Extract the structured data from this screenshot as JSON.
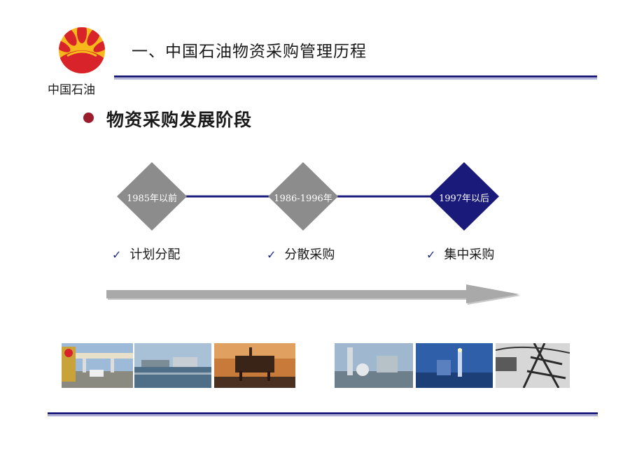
{
  "header": {
    "logo_text": "中国石油",
    "title": "一、中国石油物资采购管理历程"
  },
  "section": {
    "heading": "物资采购发展阶段"
  },
  "timeline": {
    "stages": [
      {
        "label": "1985年以前",
        "phase": "计划分配",
        "highlight": false
      },
      {
        "label": "1986-1996年",
        "phase": "分散采购",
        "highlight": false
      },
      {
        "label": "1997年以后",
        "phase": "集中采购",
        "highlight": true
      }
    ]
  },
  "photos": [
    {
      "icon": "gas-station-photo"
    },
    {
      "icon": "harbor-photo"
    },
    {
      "icon": "offshore-platform-photo"
    },
    {
      "icon": "refinery-photo"
    },
    {
      "icon": "night-refinery-photo"
    },
    {
      "icon": "power-pylon-photo"
    }
  ],
  "colors": {
    "accent_dark_blue": "#1a1a7a",
    "diamond_gray": "#8c8c8c",
    "bullet_red": "#9b1c2a",
    "logo_red": "#d8232a",
    "logo_yellow": "#f6b81a"
  }
}
